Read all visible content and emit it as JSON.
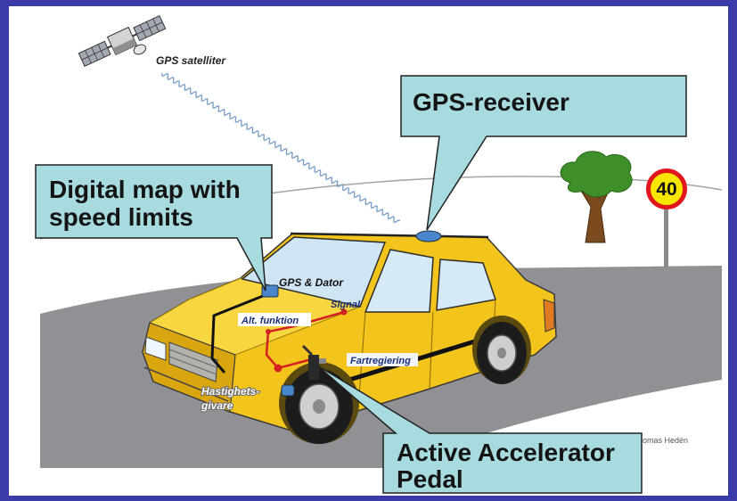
{
  "colors": {
    "frame": "#3a3aa8",
    "canvas": "#ffffff",
    "callout_fill": "#a7dbe0",
    "road": "#909095",
    "car_body": "#f2c41c",
    "sign_ring": "#e0181c",
    "sign_fill": "#f7e600",
    "foliage": "#3e8e2a",
    "device": "#4a86cc",
    "signal_wave": "#7fa3c6",
    "wire": "#d42020"
  },
  "icons": {
    "satellite": "satellite-icon"
  },
  "satellite": {
    "label": "GPS satelliter"
  },
  "callouts": {
    "gps_receiver": "GPS-receiver",
    "digital_map": [
      "Digital map with",
      "speed limits"
    ],
    "accelerator": [
      "Active Accelerator",
      "Pedal"
    ]
  },
  "labels": {
    "gps_dator": "GPS & Dator",
    "signal": "Signal",
    "alt_funktion": "Alt. funktion",
    "fartregiering": "Fartregiering",
    "hastighetsgivare": [
      "Hastighets-",
      "givare"
    ]
  },
  "speed_sign": {
    "limit": "40"
  },
  "credit": "omas Hedén"
}
